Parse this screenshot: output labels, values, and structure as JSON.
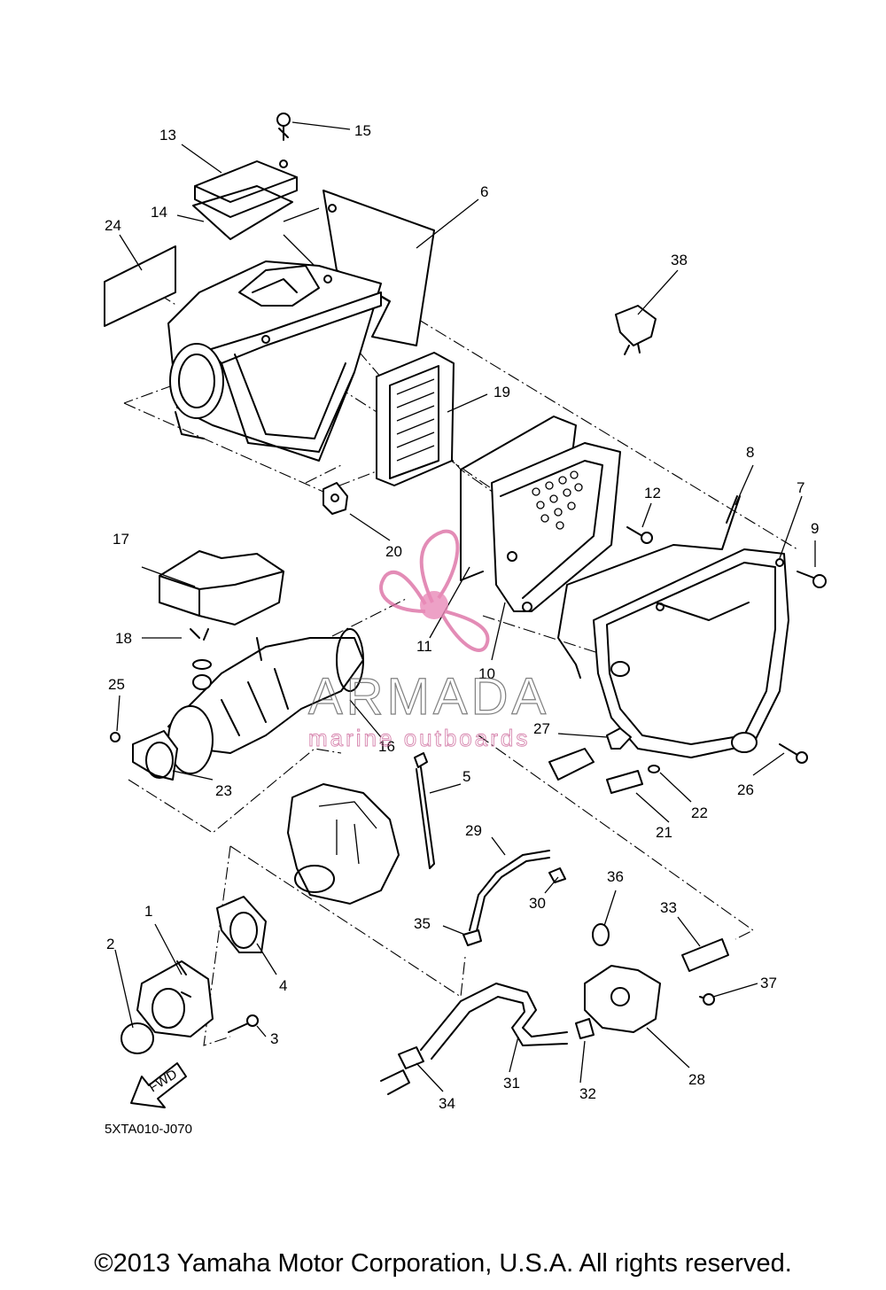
{
  "diagram": {
    "part_code": "5XTA010-J070",
    "direction_label": "FWD",
    "callouts": [
      "1",
      "2",
      "3",
      "4",
      "5",
      "6",
      "7",
      "8",
      "9",
      "10",
      "11",
      "12",
      "13",
      "14",
      "15",
      "16",
      "17",
      "18",
      "19",
      "20",
      "21",
      "22",
      "23",
      "24",
      "25",
      "26",
      "27",
      "28",
      "29",
      "30",
      "31",
      "32",
      "33",
      "34",
      "35",
      "36",
      "37",
      "38"
    ]
  },
  "watermark": {
    "brand": "ARMADA",
    "tagline": "marine outboards",
    "logo_color": "#d9669e"
  },
  "footer": {
    "copyright": "©2013 Yamaha Motor Corporation, U.S.A. All rights reserved."
  }
}
